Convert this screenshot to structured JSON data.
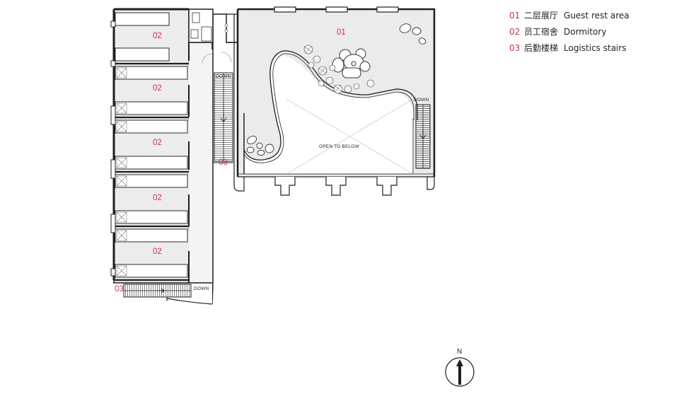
{
  "legend": [
    {
      "num": "01",
      "zh": "二层展厅",
      "en": "Guest rest area"
    },
    {
      "num": "02",
      "zh": "员工宿舍",
      "en": "Dormitory"
    },
    {
      "num": "03",
      "zh": "后勤楼梯",
      "en": "Logistics stairs"
    }
  ],
  "labels": {
    "hall": "01",
    "dorm1": "02",
    "dorm2": "02",
    "dorm3": "02",
    "dorm4": "02",
    "dorm5": "02",
    "stairs_mid": "03",
    "stairs_bottom": "03",
    "down1": "DOWN",
    "down2": "DOWN",
    "down3": "DOWN",
    "void": "OPEN TO BELOW"
  },
  "north": "N",
  "colors": {
    "accent": "#c8364a",
    "line": "#1e1e1e",
    "floor": "#ededed"
  }
}
